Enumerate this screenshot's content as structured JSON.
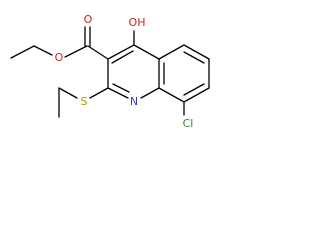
{
  "molecule": {
    "atoms": {
      "carbonyl_o": "O",
      "ester_o": "O",
      "hydroxyl": "OH",
      "ring_n": "N",
      "thioether_s": "S",
      "chlorine": "Cl"
    },
    "colors": {
      "bond": "#000000",
      "oxygen": "#d42020",
      "nitrogen": "#3636c8",
      "sulfur": "#b59a00",
      "chlorine": "#2d8a2d",
      "carbon": "#000000"
    }
  }
}
